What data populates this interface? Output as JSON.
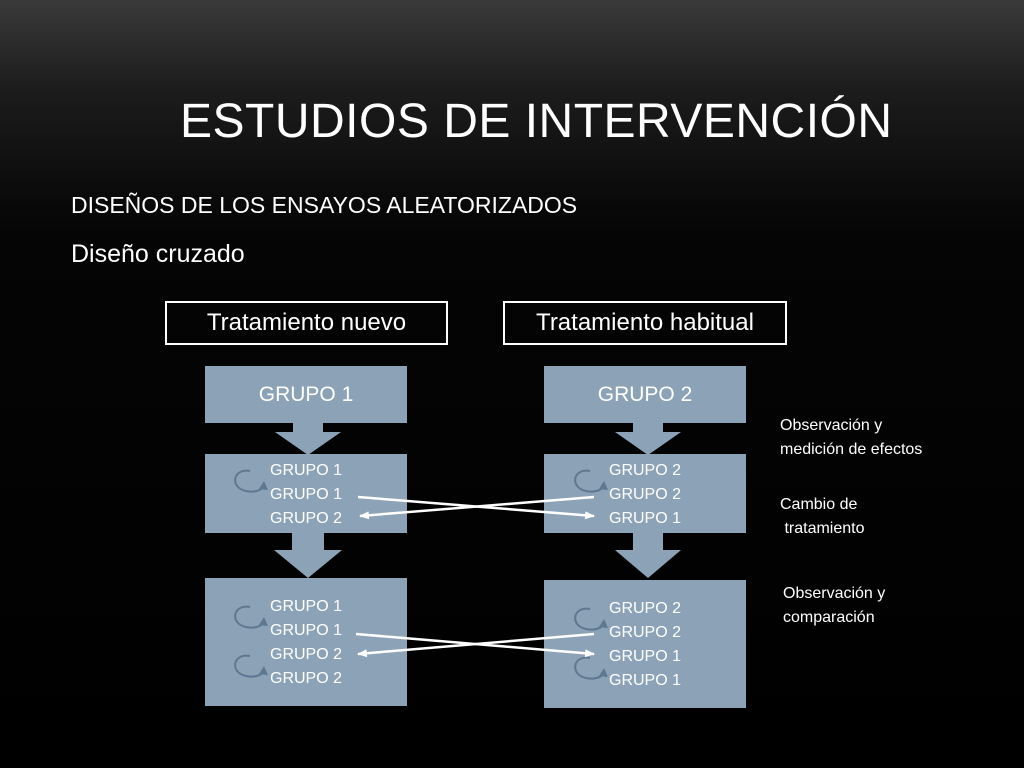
{
  "slide": {
    "title": "ESTUDIOS DE INTERVENCIÓN",
    "subtitle": "DISEÑOS DE LOS ENSAYOS ALEATORIZADOS",
    "body": "Diseño cruzado"
  },
  "treatments": {
    "new": "Tratamiento nuevo",
    "usual": "Tratamiento habitual"
  },
  "groups": {
    "left_header": "GRUPO 1",
    "right_header": "GRUPO 2"
  },
  "stage1": {
    "left": [
      "GRUPO 1",
      "GRUPO 1",
      "GRUPO 2"
    ],
    "right": [
      "GRUPO 2",
      "GRUPO 2",
      "GRUPO 1"
    ]
  },
  "stage2": {
    "left": [
      "GRUPO 1",
      "GRUPO 1",
      "GRUPO 2",
      "GRUPO 2"
    ],
    "right": [
      "GRUPO 2",
      "GRUPO 2",
      "GRUPO 1",
      "GRUPO 1"
    ]
  },
  "notes": {
    "observation": "Observación y\nmedición de efectos",
    "change": "Cambio de\n tratamiento",
    "comparison": "Observación y\ncomparación"
  },
  "colors": {
    "box_fill": "#8ca2b7",
    "arrow_fill": "#8ca2b7",
    "text": "#ffffff"
  }
}
